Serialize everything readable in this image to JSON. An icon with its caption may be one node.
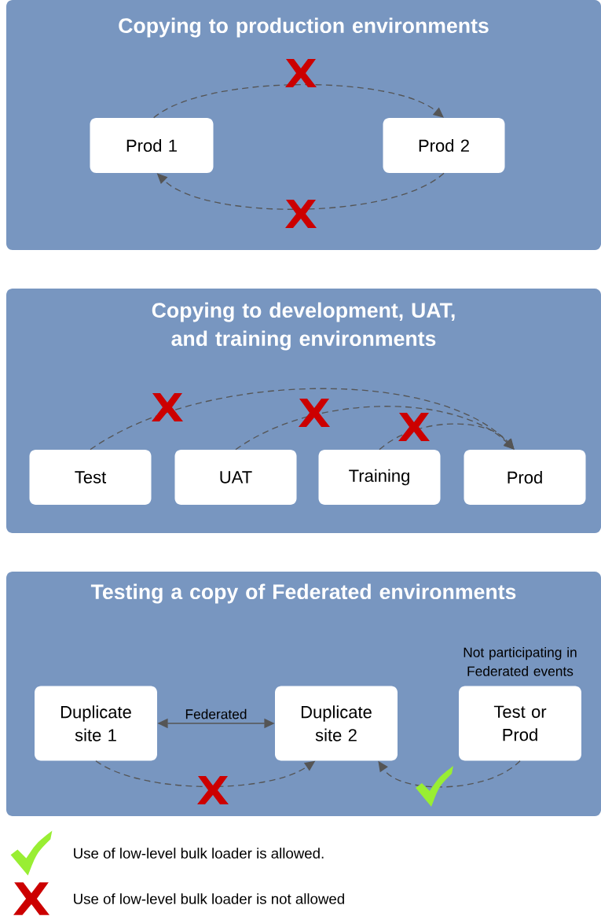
{
  "diagram": {
    "nodes": [
      {
        "text": [
          "Copying to production environments"
        ]
      },
      {
        "text": [
          "Prod 1"
        ],
        "in": 0
      },
      {
        "text": [
          "Prod 2"
        ],
        "in": 0
      },
      {
        "text": [
          "Copying to development, UAT, and training environments"
        ]
      },
      {
        "text": [
          "Test"
        ],
        "in": 3
      },
      {
        "text": [
          "UAT"
        ],
        "in": 3
      },
      {
        "text": [
          "Training"
        ],
        "in": 3
      },
      {
        "text": [
          "Prod"
        ],
        "in": 3
      },
      {
        "text": [
          "Testing a copy of Federated environments"
        ]
      },
      {
        "text": [
          "Duplicate site 1"
        ],
        "in": 8
      },
      {
        "text": [
          "Duplicate site 2"
        ],
        "in": 8
      },
      {
        "text": [
          "Test or Prod"
        ],
        "in": 8,
        "beside": [
          "Not participating in Federated events"
        ]
      }
    ],
    "edges": [
      {
        "from": 1,
        "to": 2,
        "arrow": "to",
        "style": "dashed"
      },
      {
        "from": 2,
        "to": 1,
        "arrow": "to",
        "style": "dashed"
      },
      {
        "from": 4,
        "to": 7,
        "arrow": "to",
        "style": "dashed"
      },
      {
        "from": 5,
        "to": 7,
        "arrow": "to",
        "style": "dashed"
      },
      {
        "from": 6,
        "to": 7,
        "arrow": "to",
        "style": "dashed"
      },
      {
        "from": 9,
        "to": 10,
        "arrow": "both",
        "label": "Federated"
      },
      {
        "from": 9,
        "to": 10,
        "arrow": "to",
        "style": "dashed"
      },
      {
        "from": 11,
        "to": 10,
        "arrow": "to",
        "style": "dashed"
      }
    ],
    "legend": [
      {
        "text": "Use of low-level bulk loader is allowed."
      },
      {
        "text": "Use of low-level bulk loader is not allowed"
      }
    ]
  }
}
